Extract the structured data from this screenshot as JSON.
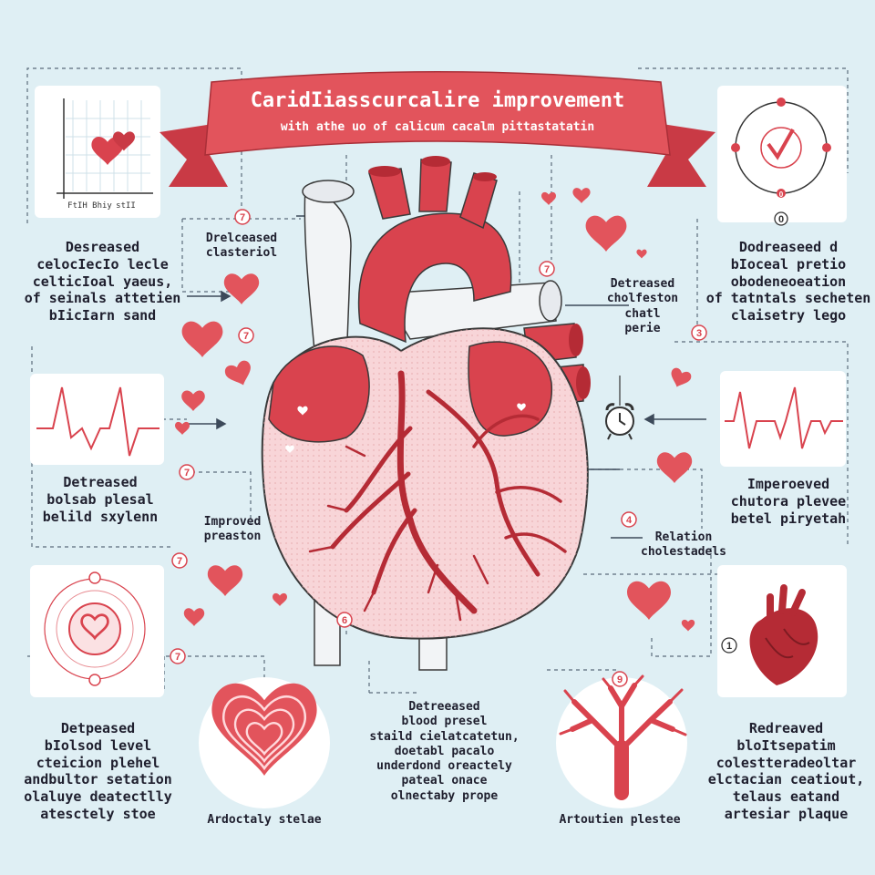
{
  "colors": {
    "background": "#dfeff4",
    "accent": "#d9434e",
    "heart_fill": "#e2545c",
    "dark_red": "#b52b35",
    "text": "#1f1f2e"
  },
  "banner": {
    "title": "CaridIiasscurcalire improvement",
    "subtitle": "with athe uo of calicum cacalm pittastatatin"
  },
  "mini_chart": {
    "tick_labels": [
      "FtIH",
      "Bhiy",
      "stII"
    ],
    "icon": "heart-icon"
  },
  "labels": {
    "top_left": [
      "Desreased",
      "celocIecIo lecle",
      "celticIoal yaeus,",
      "of seinals attetien",
      "bIicIarn sand"
    ],
    "dreleased": [
      "Drelceased",
      "clasteriol"
    ],
    "middle_left": [
      "Detreased",
      "bolsab plesal",
      "belild sxylenn"
    ],
    "improved_left": [
      "Improved",
      "preaston"
    ],
    "bottom_left": [
      "Detpeased",
      "bIolsod level",
      "cteicion plehel",
      "andbultor setation",
      "olaluye deatectlly",
      "atesctely stoe"
    ],
    "bottom_left_caption": "Ardoctaly stelae",
    "center_bottom": [
      "Detreeased",
      "blood presel",
      "staild cielatcatetun,",
      "doetabl pacalo",
      "underdond oreactely",
      "pateal onace",
      "olnectaby prope"
    ],
    "bottom_right_caption": "Artoutien plestee",
    "center_right": [
      "Detreased",
      "cholfeston",
      "chatl",
      "perie"
    ],
    "relation": [
      "Relation",
      "cholestadels"
    ],
    "top_right": [
      "Dodreaseed d",
      "bIoceal pretio",
      "obodeneoeation",
      "of tatntals secheten",
      "claisetry lego"
    ],
    "middle_right": [
      "Imperoeved",
      "chutora plevee",
      "betel piryetah"
    ],
    "bottom_right": [
      "Redreaved",
      "bloItsepatim",
      "colestteradeoltar",
      "elctacian ceatiout,",
      "telaus eatand",
      "artesiar plaque"
    ]
  },
  "markers": [
    "7",
    "7",
    "7",
    "7",
    "3",
    "7",
    "7",
    "6",
    "0",
    "4",
    "1",
    "9",
    "0"
  ],
  "icons": [
    "heart-icon",
    "heart-icon",
    "heart-icon",
    "heart-icon",
    "checkmark-icon",
    "alarm-clock-icon",
    "pulse-icon",
    "anatomical-heart-icon",
    "artery-tree-icon",
    "heart-target-icon"
  ]
}
